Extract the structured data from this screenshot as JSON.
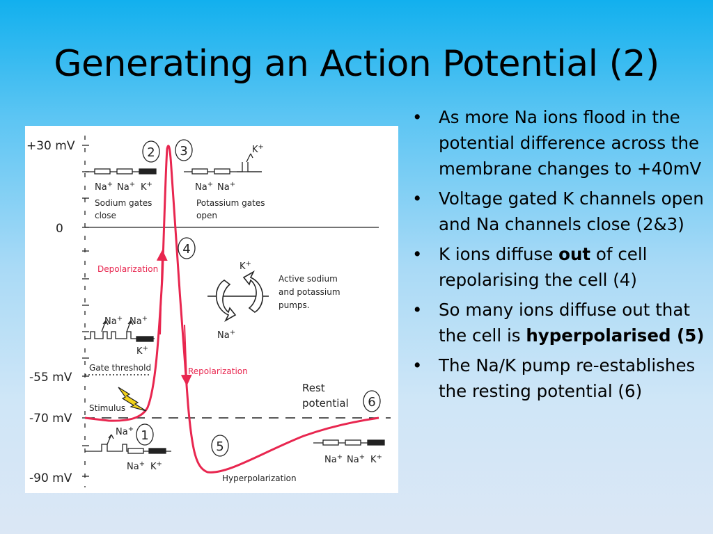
{
  "slide": {
    "title": "Generating an Action Potential (2)"
  },
  "diagram": {
    "axis_labels": [
      "+30 mV",
      "0",
      "-55 mV",
      "-70 mV",
      "-90 mV"
    ],
    "stage_numbers": [
      "1",
      "2",
      "3",
      "4",
      "5",
      "6"
    ],
    "annotations": {
      "depolarization": "Depolarization",
      "repolarization": "Repolarization",
      "hyperpolarization": "Hyperpolarization",
      "rest_line1": "Rest",
      "rest_line2": "potential",
      "gate_threshold": "Gate threshold",
      "stimulus": "Stimulus",
      "sodium_gates_line1": "Sodium gates",
      "sodium_gates_line2": "close",
      "potassium_gates_line1": "Potassium gates",
      "potassium_gates_line2": "open",
      "pumps_line1": "Active sodium",
      "pumps_line2": "and potassium",
      "pumps_line3": "pumps.",
      "na": "Na",
      "k": "K",
      "plus": "+"
    }
  },
  "bullets": [
    {
      "text": "As more Na ions flood in the potential difference across the membrane changes to +40mV"
    },
    {
      "text": "Voltage gated K channels open and Na channels close (2&3)"
    },
    {
      "before": "K ions diffuse ",
      "bold": "out",
      "after": " of cell repolarising the cell (4)"
    },
    {
      "before": "So many ions diffuse out that the cell is ",
      "bold": "hyperpolarised (5)",
      "after": ""
    },
    {
      "text": "The Na/K pump re-establishes the resting potential (6)"
    }
  ],
  "bullet_glyph": "•",
  "colors": {
    "curve": "#e8264f",
    "ink": "#222222",
    "title": "#000000"
  }
}
